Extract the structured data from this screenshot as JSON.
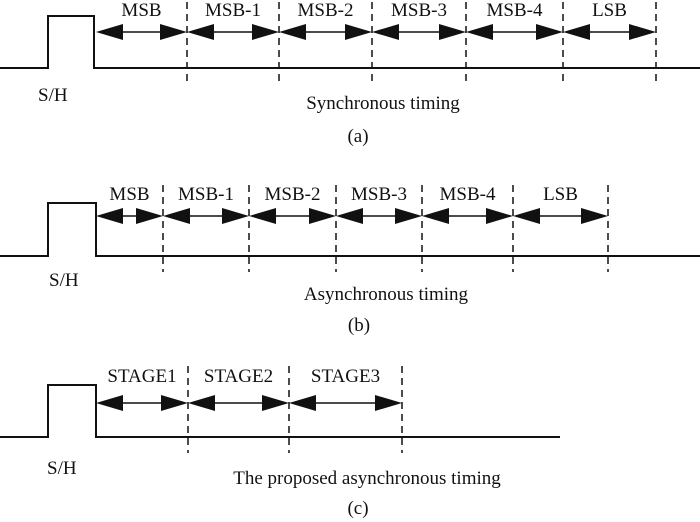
{
  "colors": {
    "line": "#111111",
    "background": "#ffffff"
  },
  "panels": [
    {
      "id": "a",
      "sample_hold_label": "S/H",
      "caption": "Synchronous timing",
      "sub_label": "(a)",
      "segments": [
        {
          "label": "MSB"
        },
        {
          "label": "MSB-1"
        },
        {
          "label": "MSB-2"
        },
        {
          "label": "MSB-3"
        },
        {
          "label": "MSB-4"
        },
        {
          "label": "LSB"
        }
      ]
    },
    {
      "id": "b",
      "sample_hold_label": "S/H",
      "caption": "Asynchronous timing",
      "sub_label": "(b)",
      "segments": [
        {
          "label": "MSB"
        },
        {
          "label": "MSB-1"
        },
        {
          "label": "MSB-2"
        },
        {
          "label": "MSB-3"
        },
        {
          "label": "MSB-4"
        },
        {
          "label": "LSB"
        }
      ]
    },
    {
      "id": "c",
      "sample_hold_label": "S/H",
      "caption": "The proposed asynchronous timing",
      "sub_label": "(c)",
      "segments": [
        {
          "label": "STAGE1"
        },
        {
          "label": "STAGE2"
        },
        {
          "label": "STAGE3"
        }
      ]
    }
  ]
}
